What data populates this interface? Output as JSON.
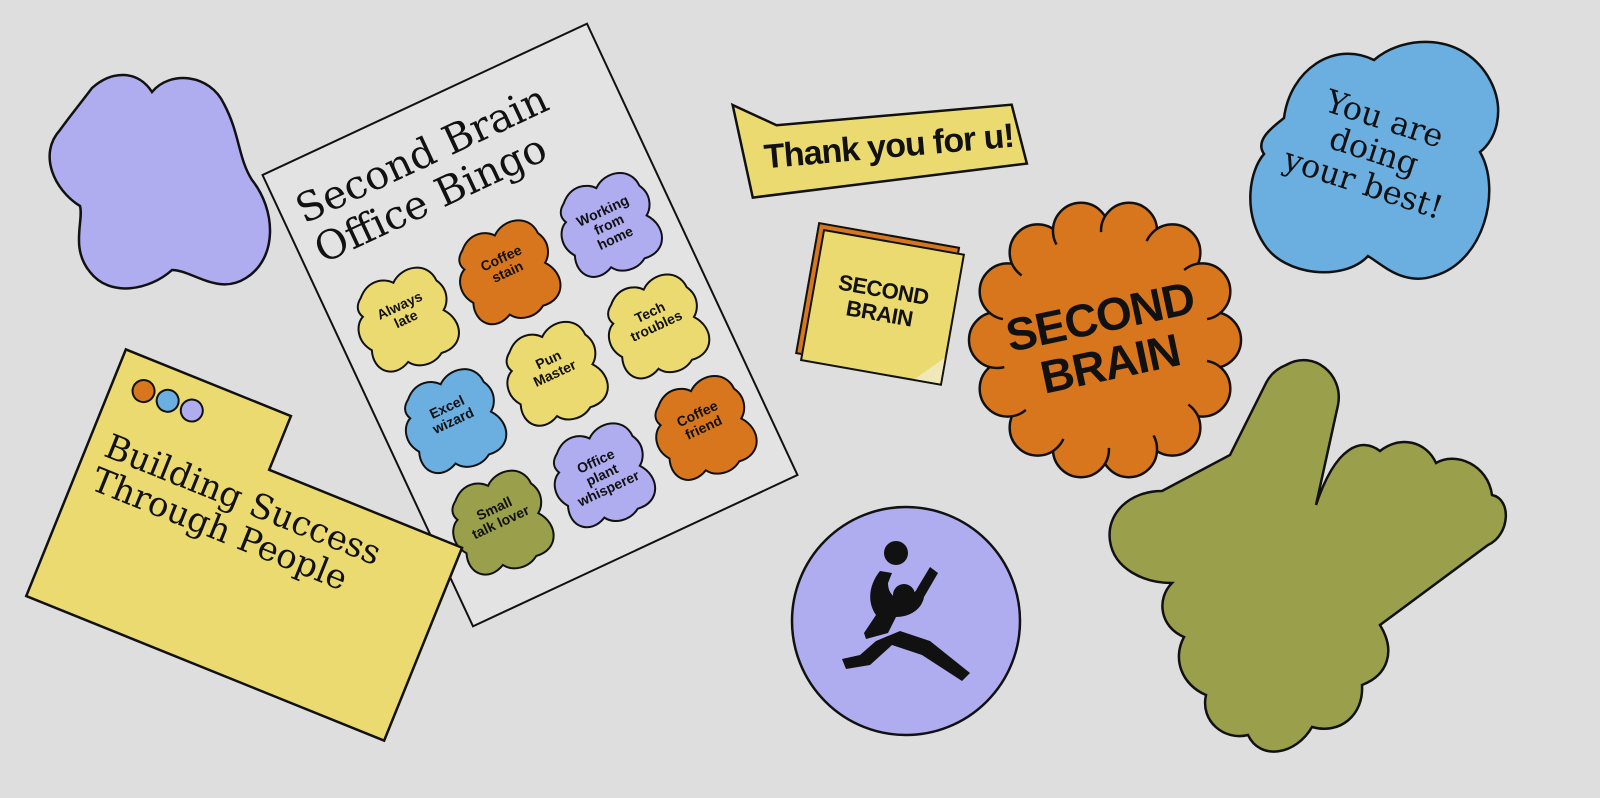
{
  "colors": {
    "background": "#dedede",
    "lavender": "#afacf0",
    "yellow": "#ebda70",
    "orange": "#d8761d",
    "blue": "#6baee0",
    "olive": "#9a9f4b",
    "ink": "#111111"
  },
  "bingo": {
    "title_line1": "Second Brain",
    "title_line2": "Office Bingo",
    "cells": [
      {
        "line1": "Always",
        "line2": "late",
        "line3": ""
      },
      {
        "line1": "Coffee",
        "line2": "stain",
        "line3": ""
      },
      {
        "line1": "Working",
        "line2": "from",
        "line3": "home"
      },
      {
        "line1": "Excel",
        "line2": "wizard",
        "line3": ""
      },
      {
        "line1": "Pun",
        "line2": "Master",
        "line3": ""
      },
      {
        "line1": "Tech",
        "line2": "troubles",
        "line3": ""
      },
      {
        "line1": "Small",
        "line2": "talk lover",
        "line3": ""
      },
      {
        "line1": "Office",
        "line2": "plant",
        "line3": "whisperer"
      },
      {
        "line1": "Coffee",
        "line2": "friend",
        "line3": ""
      }
    ]
  },
  "thank_you": "Thank you for u!",
  "note_logo": {
    "line1": "SECOND",
    "line2": "BRAIN"
  },
  "scallop_logo": {
    "line1": "SECOND",
    "line2": "BRAIN"
  },
  "encourage": {
    "line1": "You are",
    "line2": "doing",
    "line3": "your best!"
  },
  "folder": {
    "line1": "Building Success",
    "line2": "Through People"
  },
  "icons": [
    "lavender-blob-icon",
    "figure-icon",
    "olive-bone-icon"
  ]
}
